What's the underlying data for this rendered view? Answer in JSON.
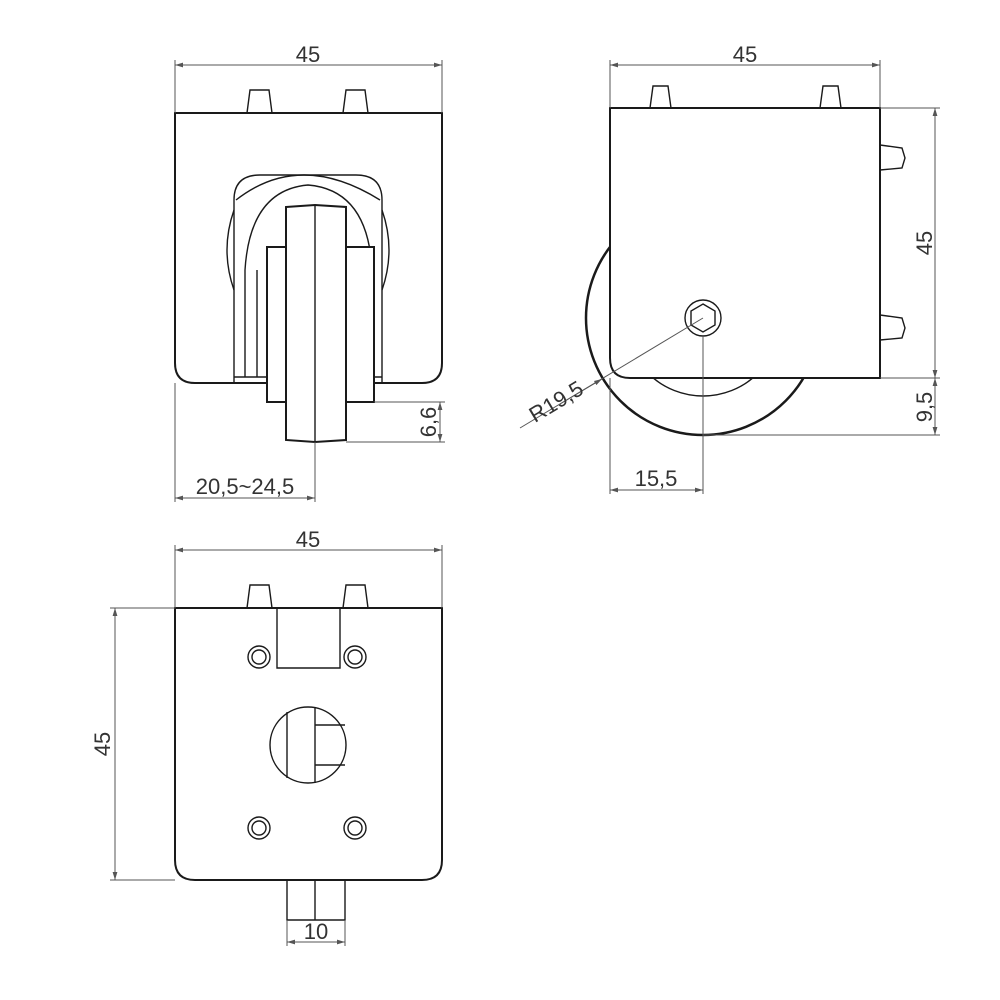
{
  "front_view": {
    "width_dim": "45",
    "wheel_drop_dim": "6,6",
    "range_dim": "20,5~24,5"
  },
  "side_view": {
    "width_dim": "45",
    "height_dim": "45",
    "wheel_drop_dim": "9,5",
    "radius_dim": "R19,5",
    "axle_offset_dim": "15,5"
  },
  "bottom_view": {
    "width_dim": "45",
    "height_dim": "45",
    "tab_width_dim": "10"
  }
}
